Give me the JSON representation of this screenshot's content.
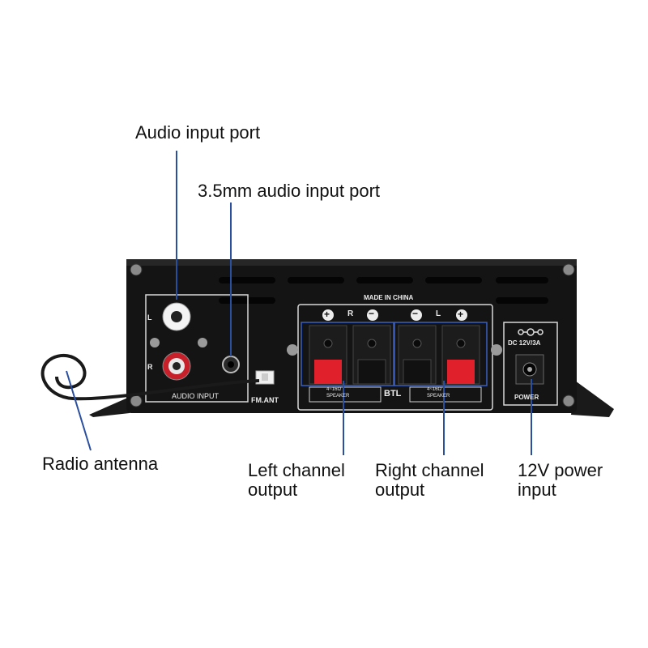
{
  "callouts": {
    "audio_input_port": "Audio input port",
    "mm_input_port": "3.5mm audio input port",
    "radio_antenna": "Radio antenna",
    "left_channel_line1": "Left channel",
    "left_channel_line2": "output",
    "right_channel_line1": "Right channel",
    "right_channel_line2": "output",
    "power_line1": "12V power",
    "power_line2": "input"
  },
  "panel": {
    "made_in": "MADE IN CHINA",
    "ch_l": "L",
    "ch_r": "R",
    "audio_input": "AUDIO INPUT",
    "fm_ant": "FM.ANT",
    "plus": "+",
    "minus": "−",
    "r": "R",
    "l": "L",
    "btl": "BTL",
    "speaker_left_ohm": "4~16Ω",
    "speaker_left": "SPEAKER",
    "speaker_right_ohm": "4~16Ω",
    "speaker_right": "SPEAKER",
    "dc_rating": "DC 12V/3A",
    "power": "POWER"
  },
  "colors": {
    "leader": "#2a4fa0",
    "chassis": "#111111",
    "panel_line": "#d8d8d8",
    "terminal_red": "#e0202a"
  }
}
